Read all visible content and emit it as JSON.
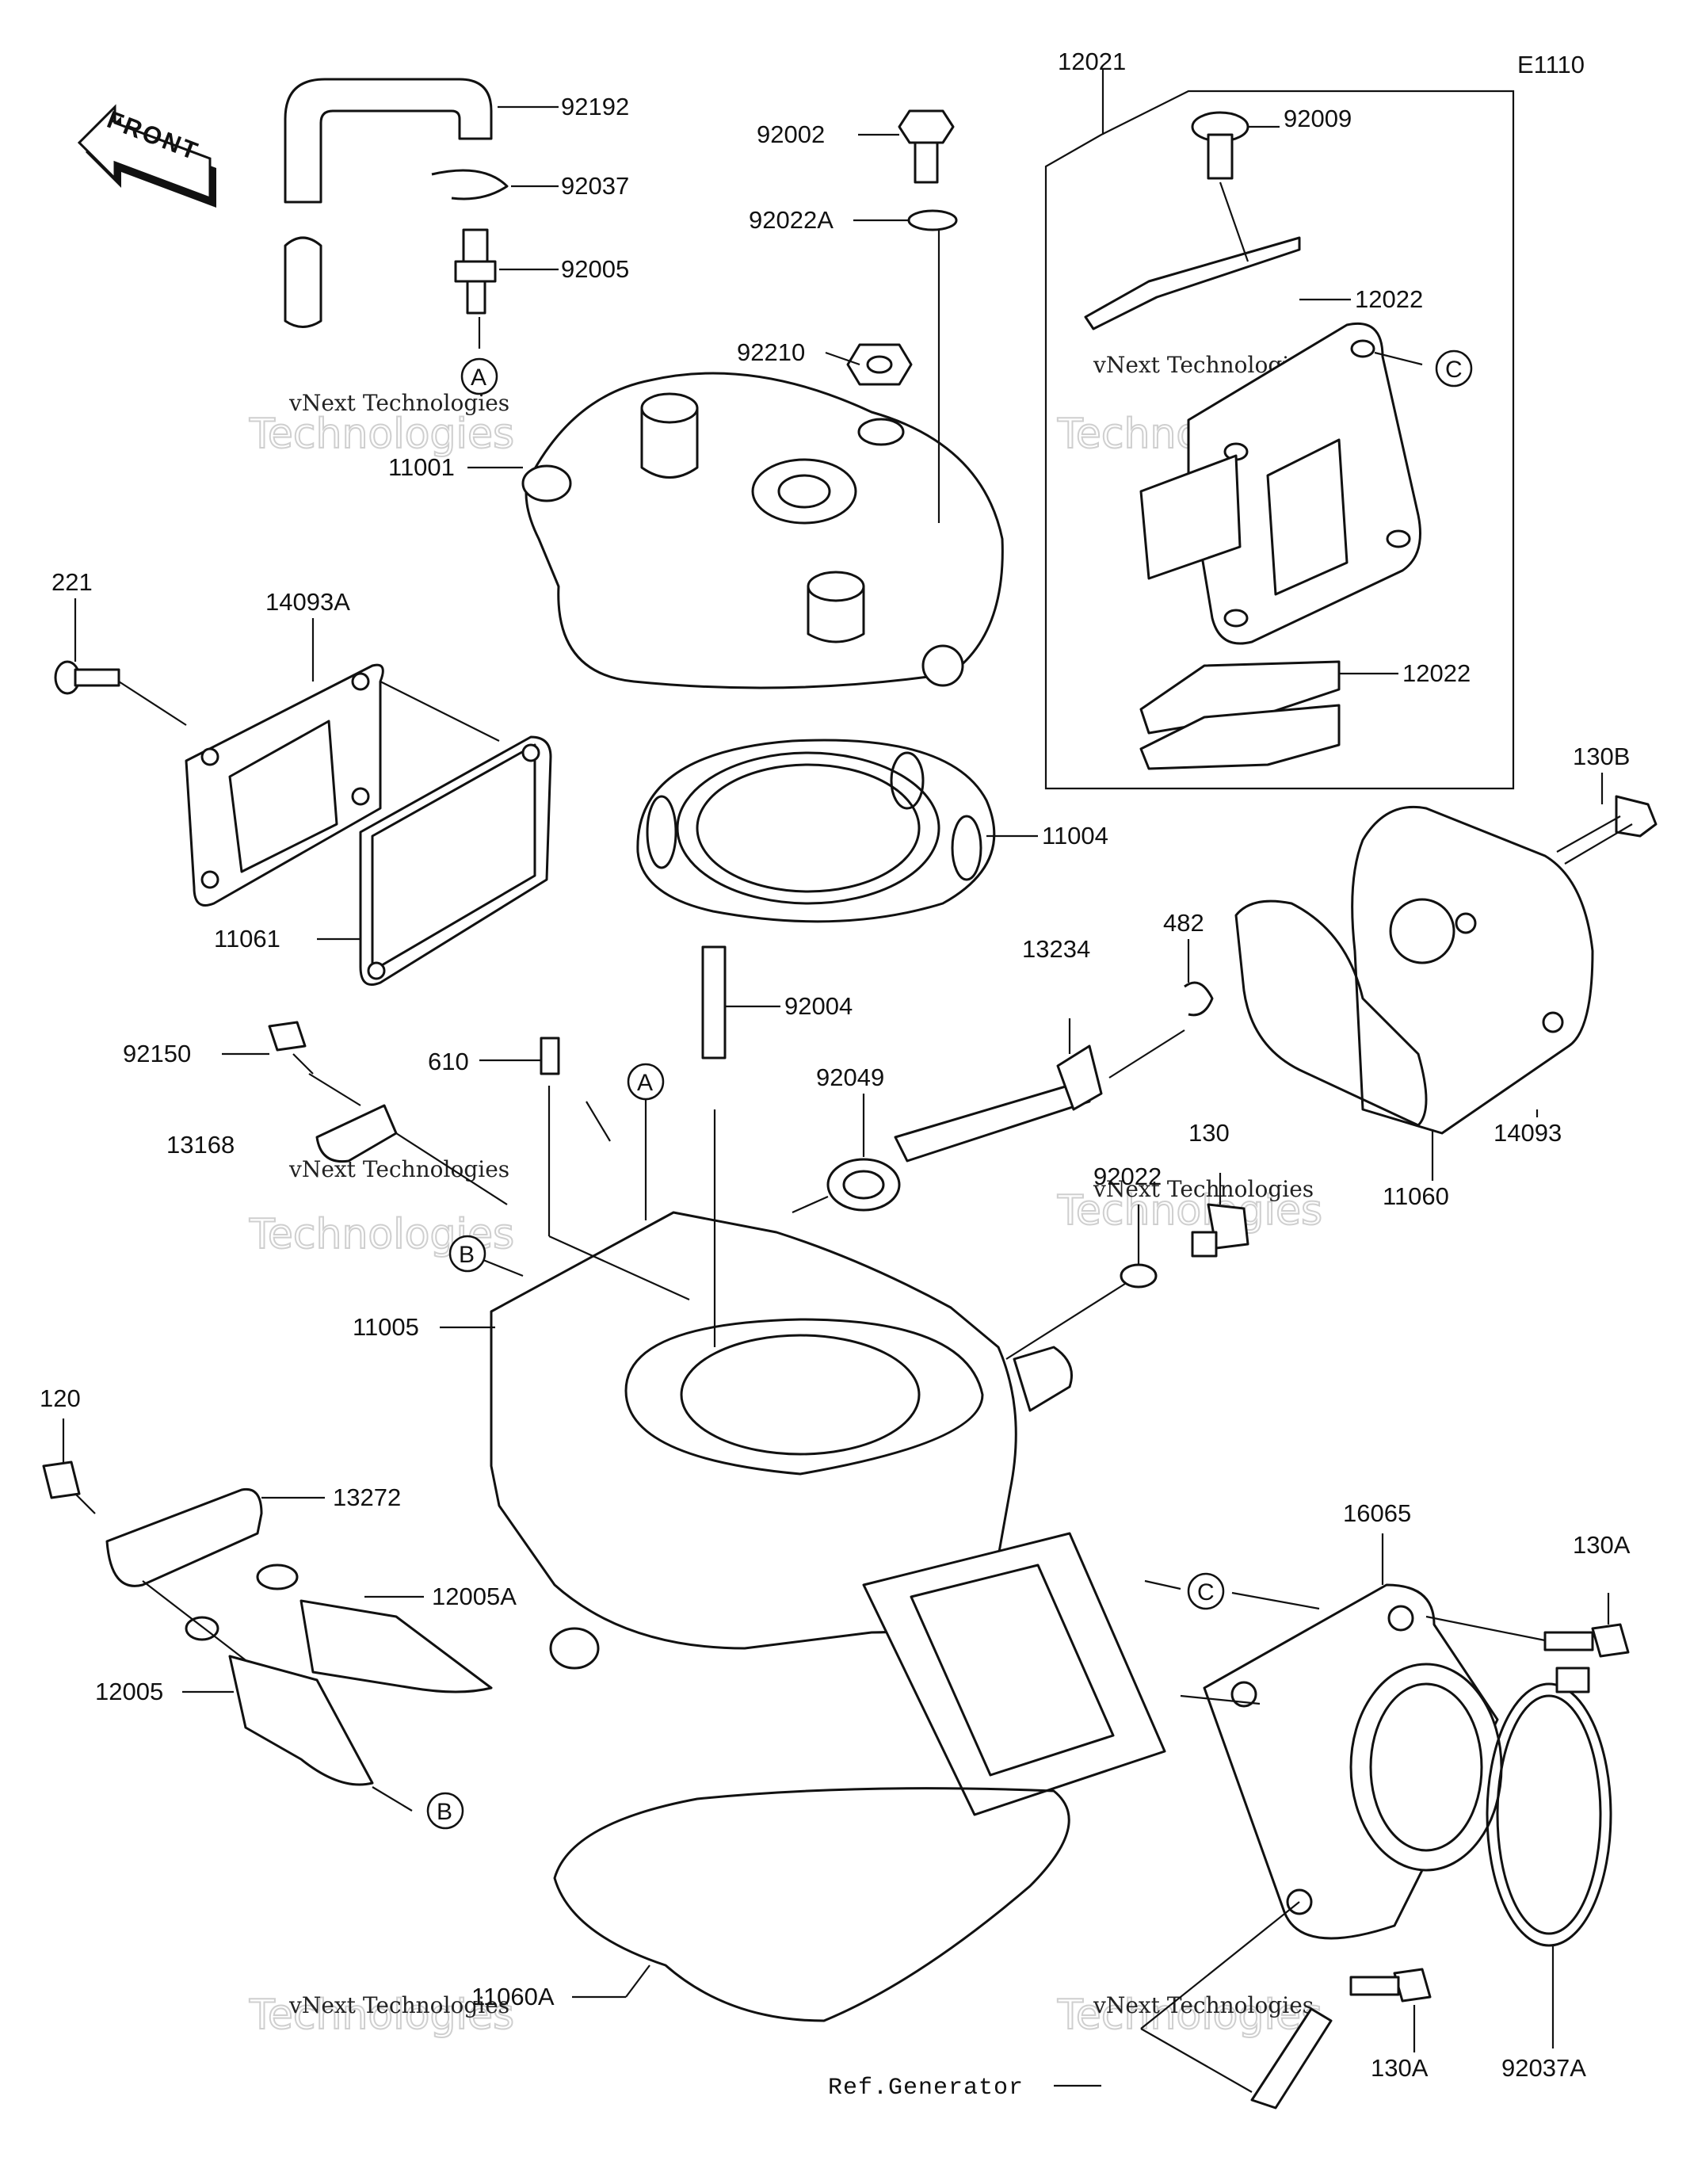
{
  "diagram_code": "E1110",
  "front_label": "FRONT",
  "watermark": {
    "line1": "vNext Technologies",
    "line2": "Technologies"
  },
  "reference_note": "Ref.Generator",
  "ref_markers": {
    "a": "A",
    "b": "B",
    "c": "C"
  },
  "parts": {
    "p92192": "92192",
    "p92037": "92037",
    "p92005": "92005",
    "p92002": "92002",
    "p92022A": "92022A",
    "p92210": "92210",
    "p11001": "11001",
    "p12021": "12021",
    "p92009": "92009",
    "p12022_top": "12022",
    "p12022_bottom": "12022",
    "p221": "221",
    "p14093A": "14093A",
    "p11061": "11061",
    "p11004": "11004",
    "p130B": "130B",
    "p482": "482",
    "p13234": "13234",
    "p92004": "92004",
    "p92150": "92150",
    "p610": "610",
    "p92049": "92049",
    "p13168": "13168",
    "p130": "130",
    "p92022": "92022",
    "p11060": "11060",
    "p14093": "14093",
    "p11005": "11005",
    "p120": "120",
    "p13272": "13272",
    "p12005A": "12005A",
    "p12005": "12005",
    "p16065": "16065",
    "p130A_top": "130A",
    "p11060A": "11060A",
    "p130A_bottom": "130A",
    "p92037A": "92037A"
  }
}
